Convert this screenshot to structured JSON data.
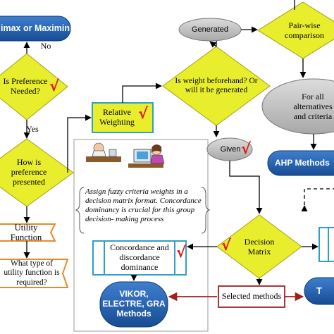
{
  "nodes": {
    "minimax": "imax or Maximin",
    "preference_needed": "Is Preference Needed?",
    "how_presented": "How is preference presented",
    "utility_function": "Utility Function",
    "utility_type": "What type of utility function is required?",
    "relative_weighting": "Relative Weighting",
    "weight_beforehand": "Is weight beforehand? Or will it be generated",
    "generated": "Generated",
    "given": "Given",
    "pairwise": "Pair-wise comparison",
    "all_alternatives": "For all alternatives and criteria",
    "ahp": "AHP Methods",
    "decision_matrix": "Decision Matrix",
    "concordance": "Concordance and discordance dominance",
    "vikor": "VIKOR, ELECTRE, GRA Methods",
    "selected": "Selected methods",
    "t_method": "T",
    "note": "Assign fuzzy criteria weights in a decision matrix format. Concordance dominancy is crucial for this group decision- making process"
  },
  "edge_labels": {
    "no": "No",
    "yes": "Yes"
  },
  "checkmark": "√",
  "colors": {
    "diamond": "#e8ee2c",
    "blue_pill": "#1e5aa8",
    "gray_oval": "#bdbdbd",
    "orange_border": "#e88a2a",
    "teal_border": "#2f9fc4",
    "red_check": "#e01818",
    "dark_red_arrow": "#a02020"
  }
}
